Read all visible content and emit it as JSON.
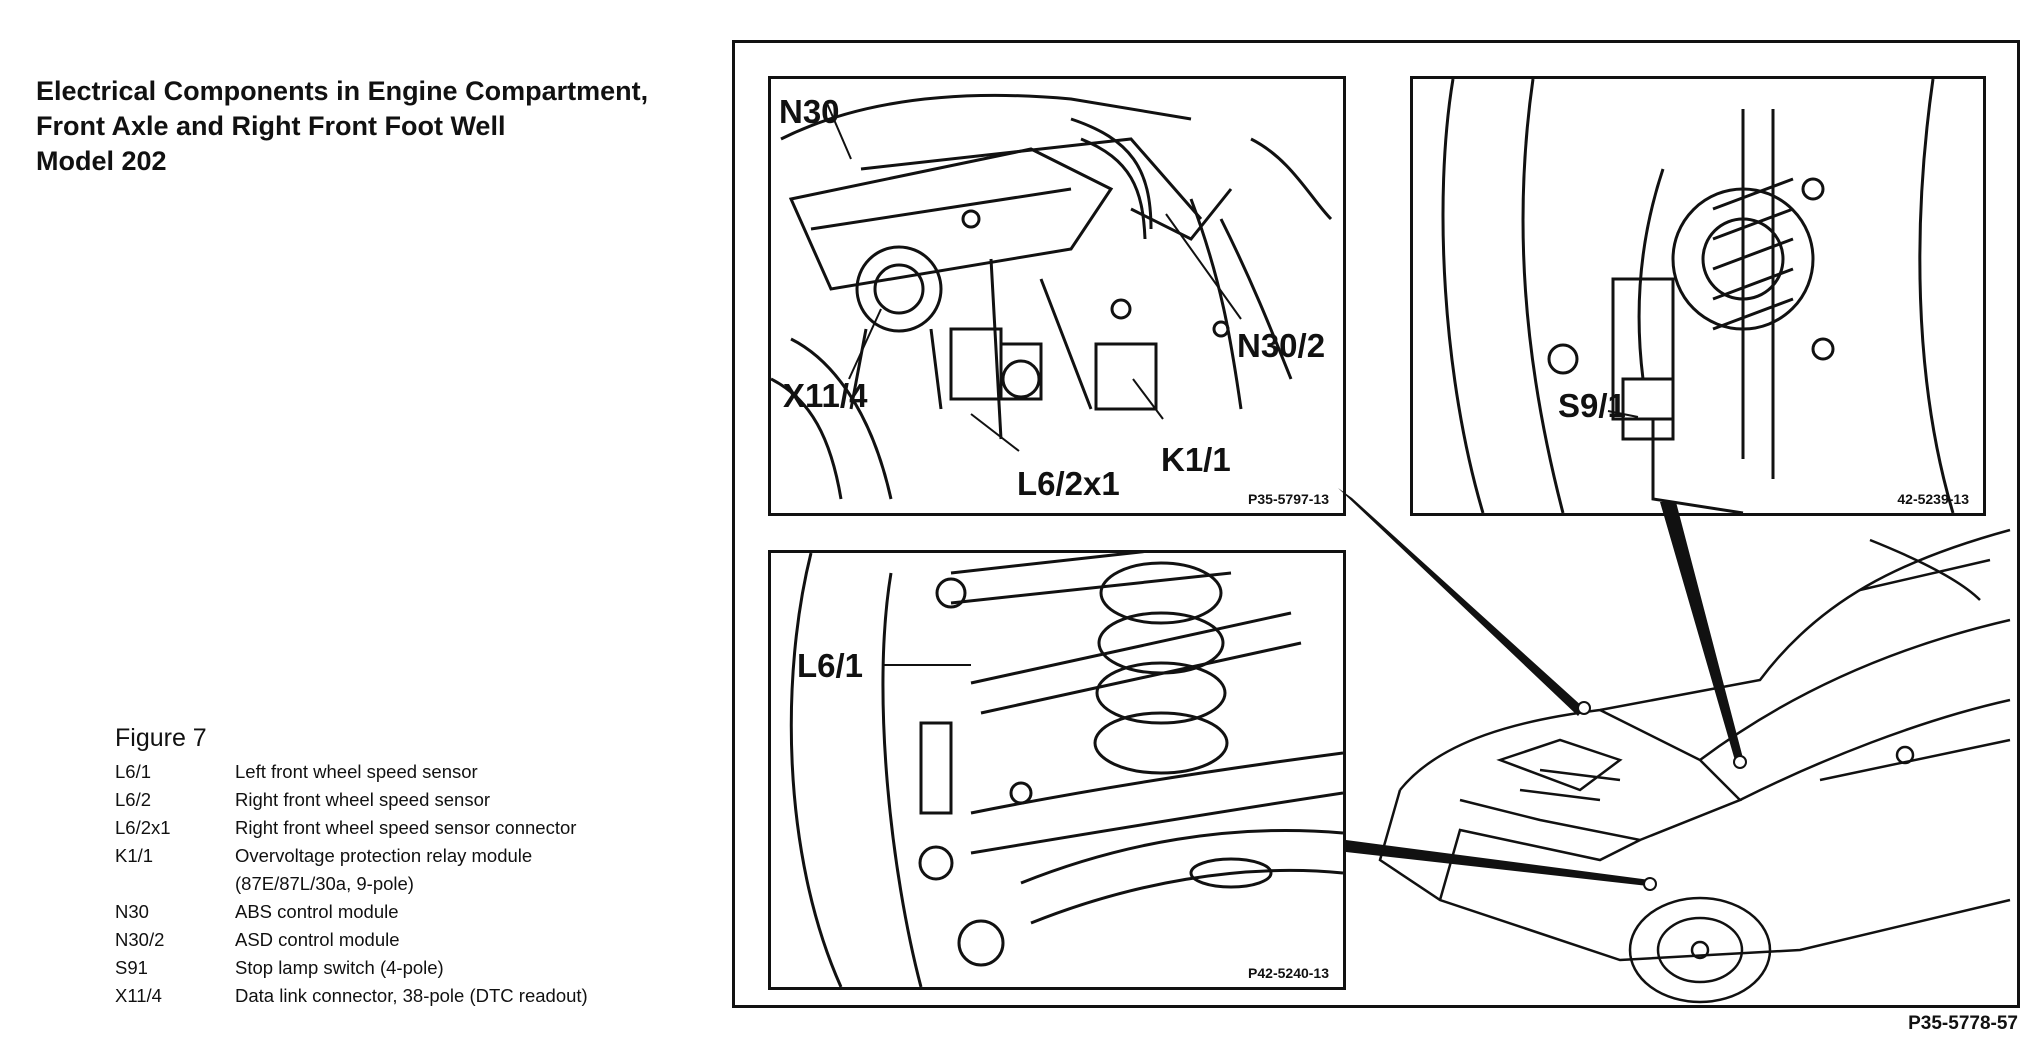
{
  "title": {
    "line1": "Electrical Components in Engine Compartment,",
    "line2": "Front Axle and Right Front Foot Well",
    "line3": "Model 202"
  },
  "figure": {
    "heading": "Figure 7",
    "legend": [
      {
        "code": "L6/1",
        "desc": "Left front wheel speed sensor"
      },
      {
        "code": "L6/2",
        "desc": "Right front wheel speed sensor"
      },
      {
        "code": "L6/2x1",
        "desc": "Right front wheel speed sensor connector"
      },
      {
        "code": "K1/1",
        "desc": "Overvoltage protection relay module"
      },
      {
        "code": "",
        "desc": "(87E/87L/30a, 9-pole)"
      },
      {
        "code": "N30",
        "desc": "ABS control module"
      },
      {
        "code": "N30/2",
        "desc": "ASD control module"
      },
      {
        "code": "S91",
        "desc": "Stop lamp switch (4-pole)"
      },
      {
        "code": "X11/4",
        "desc": "Data link connector, 38-pole (DTC readout)"
      }
    ]
  },
  "panels": {
    "engine": {
      "ref": "P35-5797-13",
      "labels": {
        "n30": "N30",
        "n30_2": "N30/2",
        "x11_4": "X11/4",
        "k1_1": "K1/1",
        "l6_2x1": "L6/2x1"
      }
    },
    "footwell": {
      "ref": "42-5239-13",
      "labels": {
        "s9_1": "S9/1"
      }
    },
    "axle": {
      "ref": "P42-5240-13",
      "labels": {
        "l6_1": "L6/1"
      }
    }
  },
  "footer_ref": "P35-5778-57"
}
